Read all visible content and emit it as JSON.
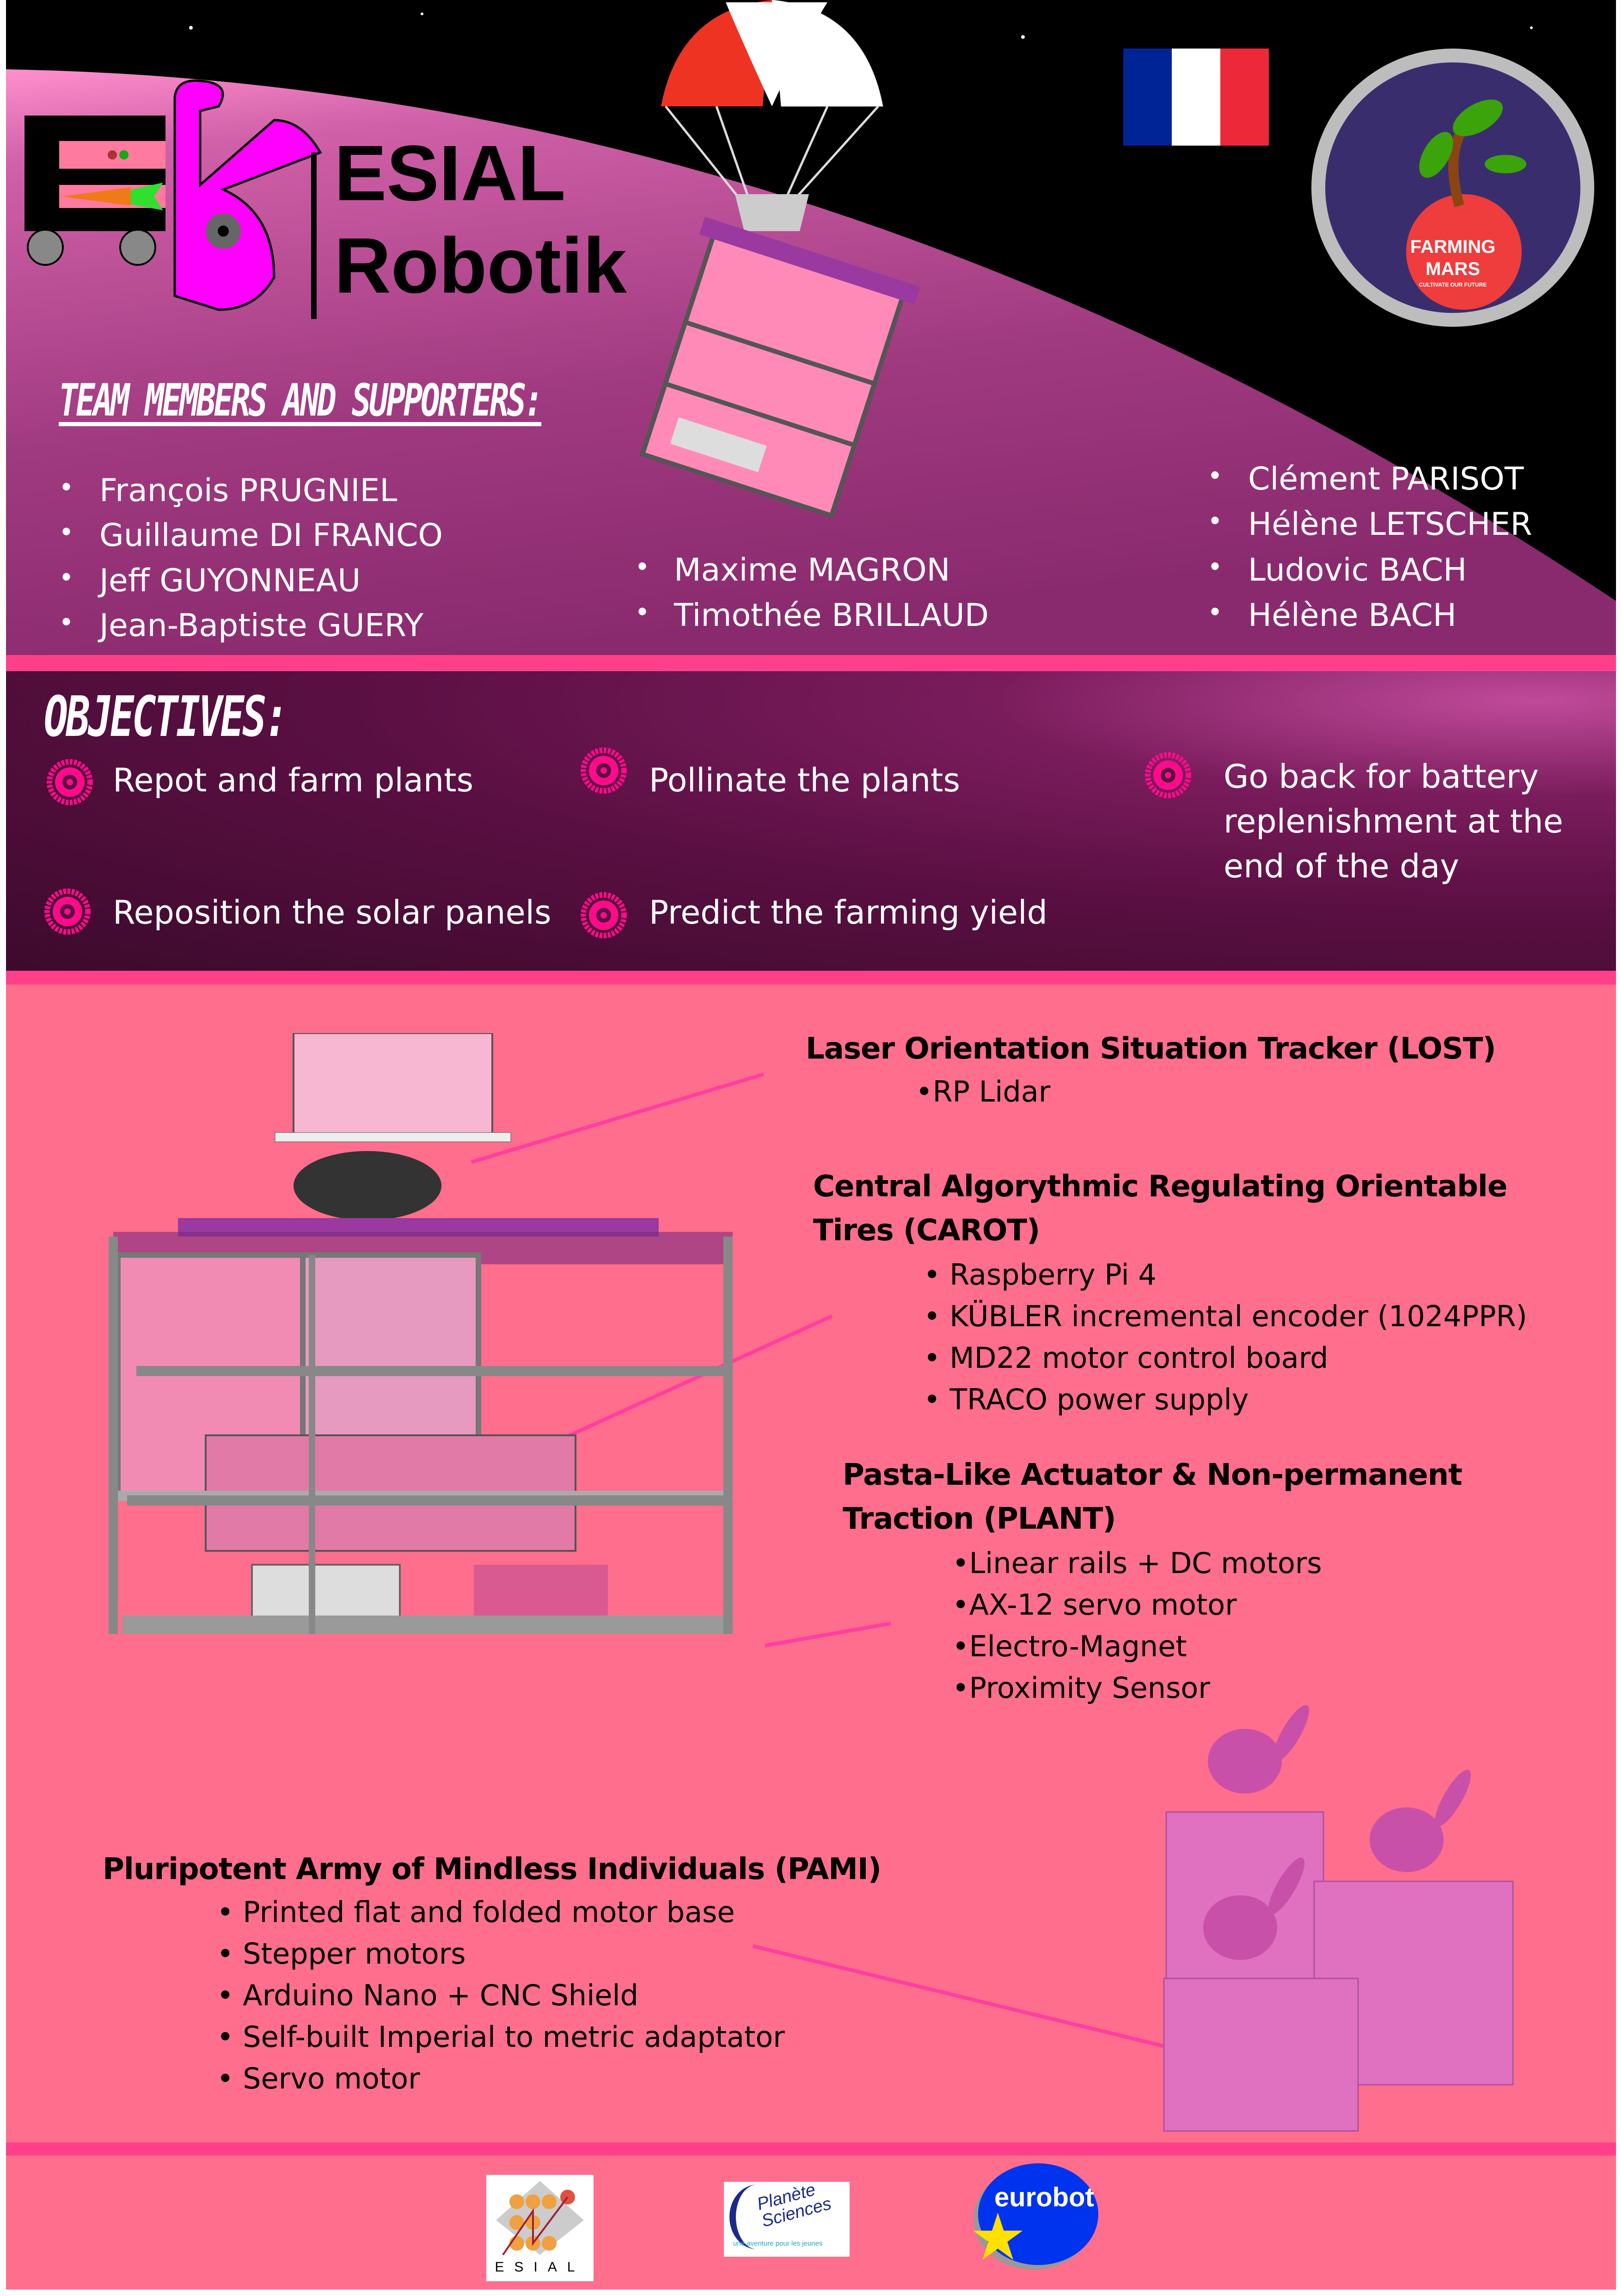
{
  "logo": {
    "line1": "ESIAL",
    "line2": "Robotik"
  },
  "badge": {
    "title1": "FARMING",
    "title2": "MARS",
    "tagline": "CULTIVATE OUR FUTURE"
  },
  "team": {
    "heading": "TEAM MEMBERS AND SUPPORTERS:",
    "col1": [
      "François PRUGNIEL",
      "Guillaume DI FRANCO",
      "Jeff GUYONNEAU",
      "Jean-Baptiste GUERY"
    ],
    "col2": [
      "Maxime MAGRON",
      "Timothée BRILLAUD"
    ],
    "col3": [
      "Clément PARISOT",
      "Hélène LETSCHER",
      "Ludovic BACH",
      "Hélène BACH"
    ]
  },
  "objectives": {
    "heading": "OBJECTIVES:",
    "items": [
      "Repot and farm plants",
      "Pollinate the plants",
      "Go back for battery replenishment at the end of the day",
      "Reposition the solar panels",
      "Predict the farming yield"
    ],
    "item3_lines": [
      "Go back for battery",
      "replenishment at the",
      "end of the day"
    ]
  },
  "lost": {
    "title": "Laser Orientation Situation Tracker (LOST)",
    "items": [
      "•RP Lidar"
    ]
  },
  "carot": {
    "title1": "Central Algorythmic Regulating Orientable",
    "title2": "Tires (CAROT)",
    "items": [
      "• Raspberry Pi 4",
      "• KÜBLER incremental encoder (1024PPR)",
      "• MD22 motor control board",
      "• TRACO power supply"
    ]
  },
  "plant": {
    "title1": "Pasta-Like Actuator & Non-permanent",
    "title2": "Traction (PLANT)",
    "items": [
      "•Linear rails + DC motors",
      "•AX-12 servo motor",
      "•Electro-Magnet",
      "•Proximity Sensor"
    ]
  },
  "pami": {
    "title": "Pluripotent Army of Mindless Individuals (PAMI)",
    "items": [
      "• Printed flat and folded motor base",
      "• Stepper motors",
      "• Arduino Nano + CNC Shield",
      "• Self-built Imperial to metric adaptator",
      "• Servo motor"
    ]
  },
  "sponsors": {
    "esial": "ESIAL",
    "planete1": "Planète",
    "planete2": "Sciences",
    "planete_tag": "une aventure pour les jeunes",
    "eurobot": "eurobot"
  },
  "colors": {
    "pink_bg": "#ff6e8c",
    "stripe": "#ff3f8a",
    "gear": "#ff0a8a",
    "bunny": "#ff00ff"
  }
}
